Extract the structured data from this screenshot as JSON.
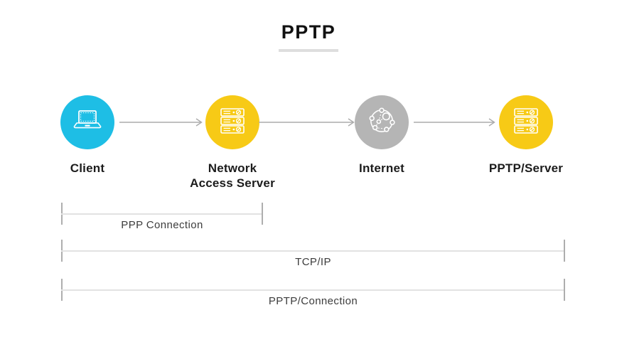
{
  "title": {
    "text": "PPTP"
  },
  "colors": {
    "client_circle": "#1ebee5",
    "server_circle": "#f7ca16",
    "internet_circle": "#b5b5b5",
    "arrow": "#ababab",
    "bracket_line": "#e2e2e2",
    "bracket_tick": "#aeaeae",
    "node_label": "#1c1c1c",
    "bracket_label": "#3c3c3c",
    "title_underline": "#dedede"
  },
  "nodes": [
    {
      "label": "Client",
      "icon": "laptop-icon",
      "color": "#1ebee5"
    },
    {
      "label": "Network Access Server",
      "icon": "server-icon",
      "color": "#f7ca16"
    },
    {
      "label": "Internet",
      "icon": "globe-network-icon",
      "color": "#b5b5b5"
    },
    {
      "label": "PPTP/Server",
      "icon": "server-icon",
      "color": "#f7ca16"
    }
  ],
  "arrows": [
    {
      "from": "Client",
      "to": "Network Access Server"
    },
    {
      "from": "Network Access Server",
      "to": "Internet"
    },
    {
      "from": "Internet",
      "to": "PPTP/Server"
    }
  ],
  "brackets": [
    {
      "label": "PPP Connection",
      "spans": "Client to Network Access Server"
    },
    {
      "label": "TCP/IP",
      "spans": "Client to PPTP/Server"
    },
    {
      "label": "PPTP/Connection",
      "spans": "Client to PPTP/Server"
    }
  ]
}
